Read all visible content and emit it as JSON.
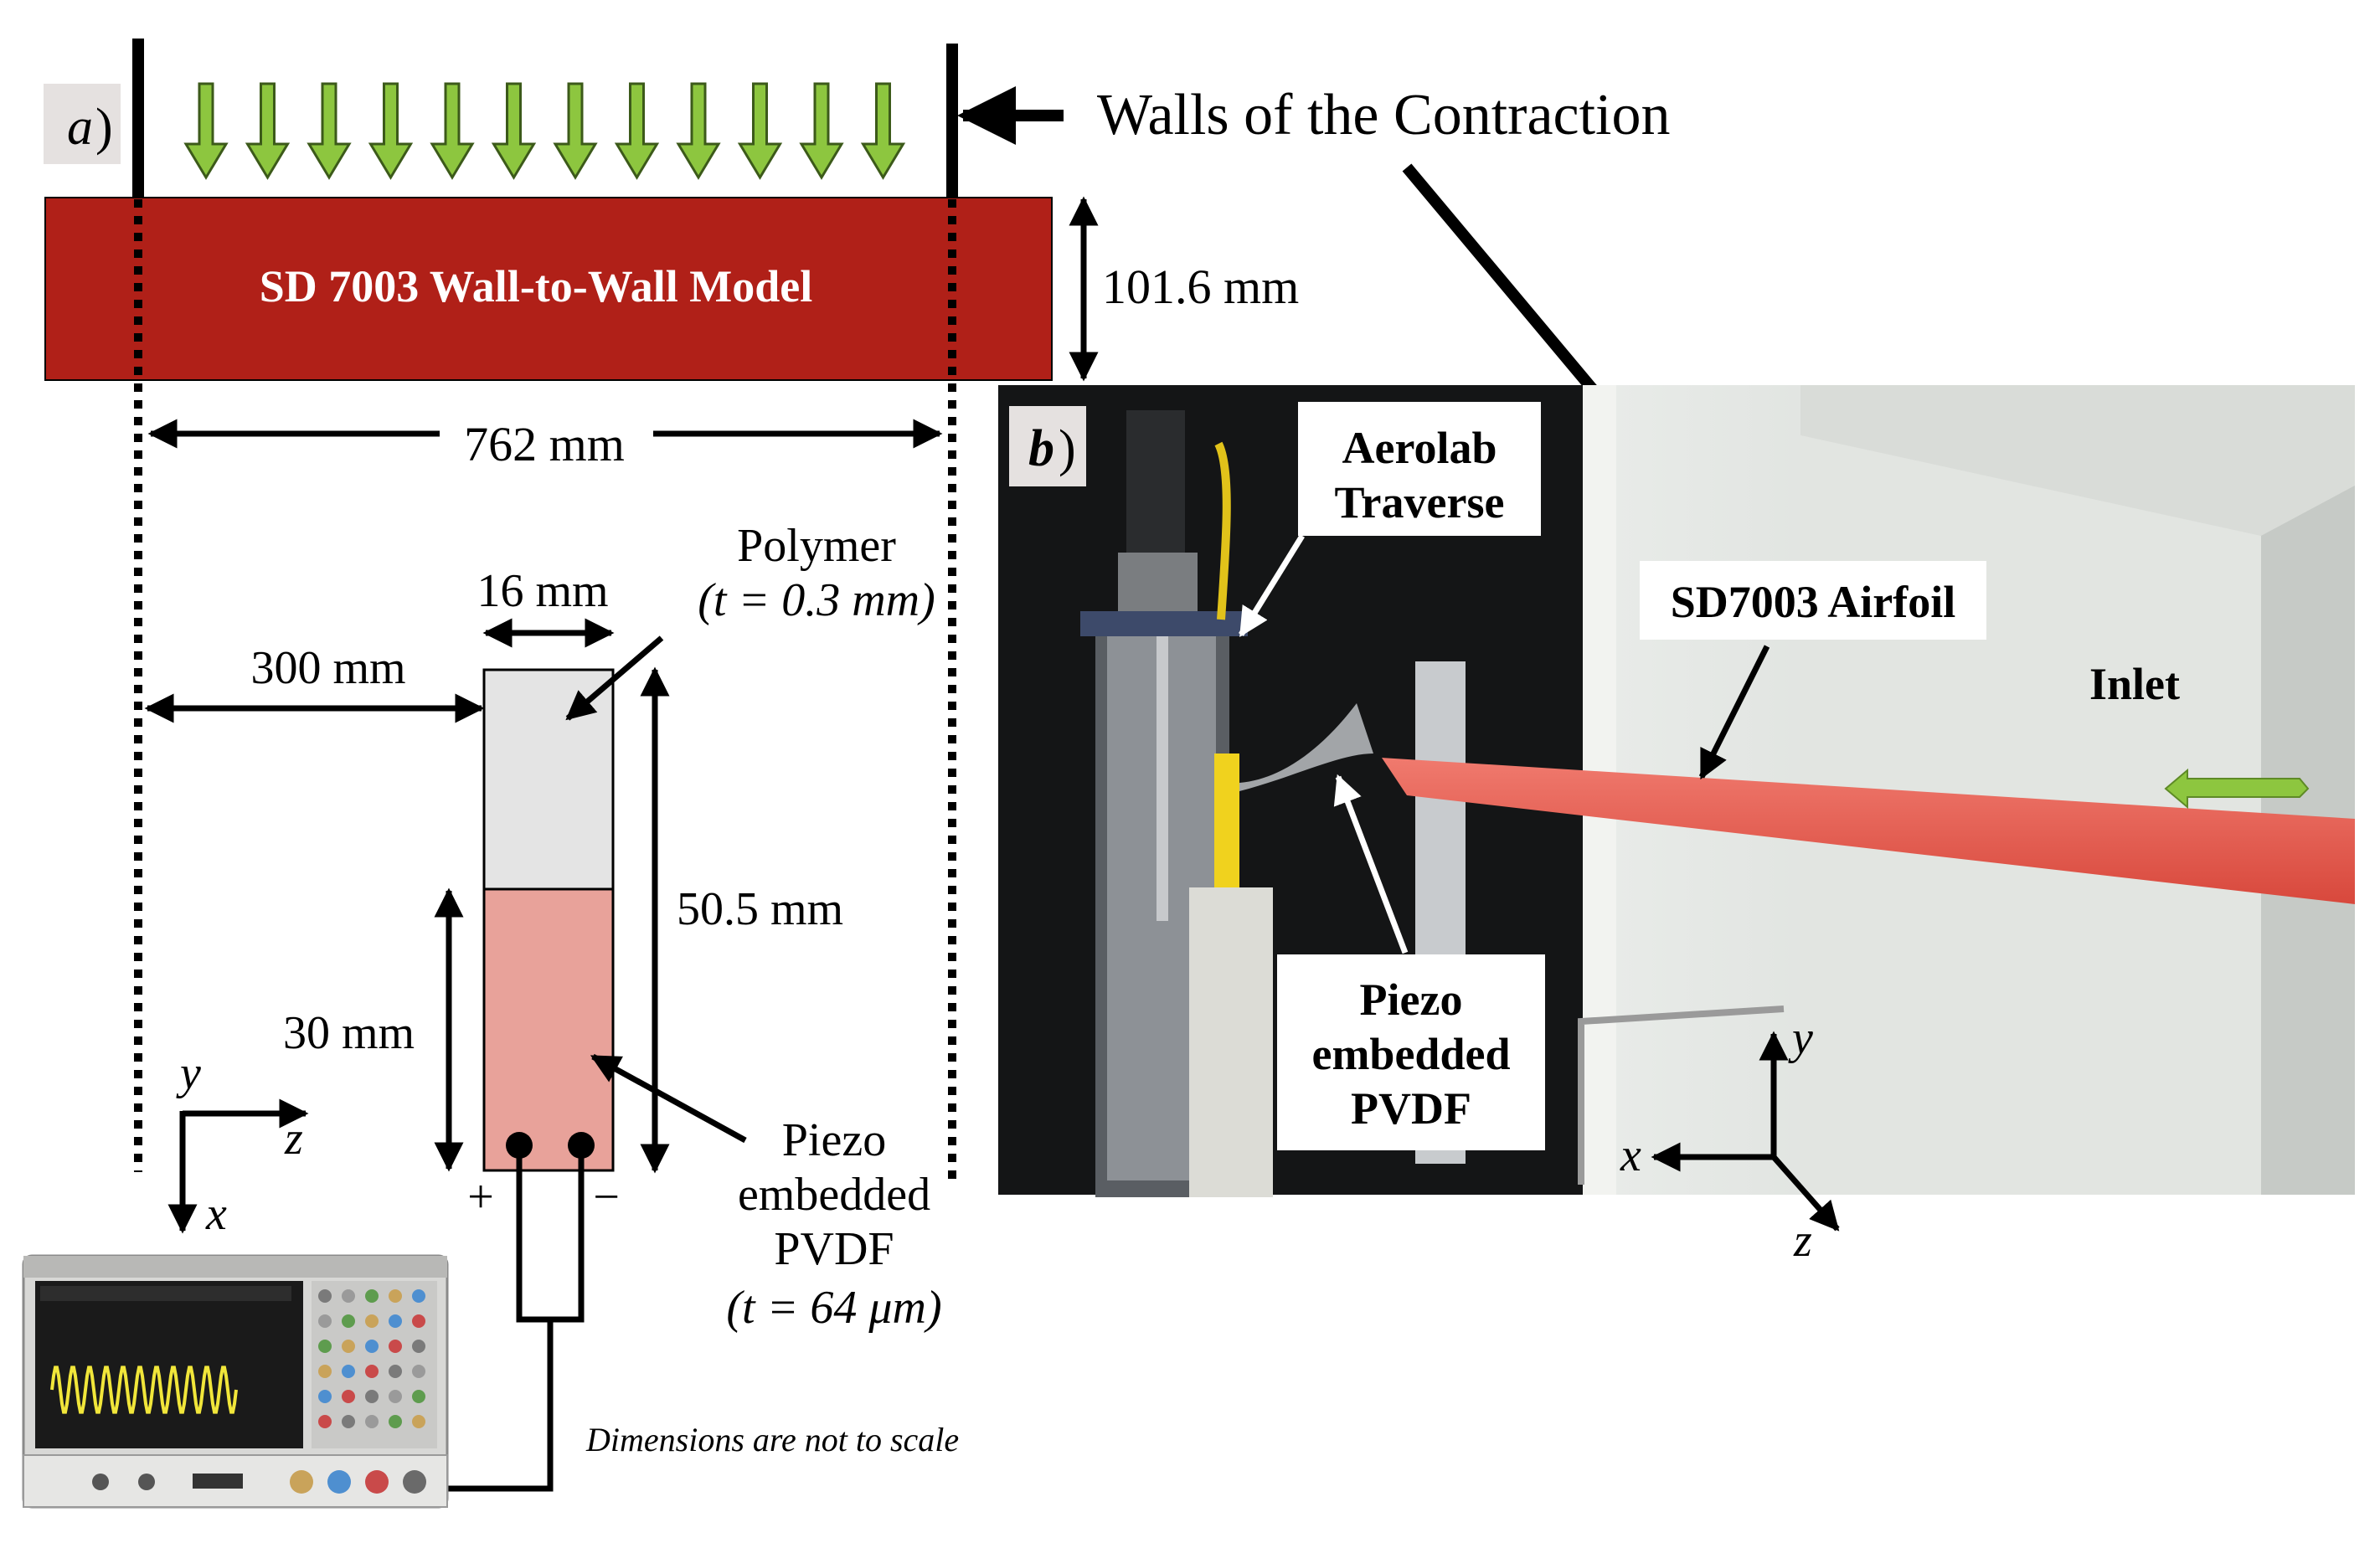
{
  "panel_a": {
    "panel_letter": "a",
    "walls_label": "Walls of the Contraction",
    "model_label": "SD 7003 Wall-to-Wall Model",
    "model_height": "101.6 mm",
    "span": "762 mm",
    "offset": "300 mm",
    "polymer_width": "16 mm",
    "polymer_label": "Polymer",
    "polymer_thickness": "(t = 0.3 mm)",
    "total_height": "50.5 mm",
    "pvdf_height": "30 mm",
    "pvdf_label_line1": "Piezo",
    "pvdf_label_line2": "embedded",
    "pvdf_label_line3": "PVDF",
    "pvdf_thickness": "(t = 64 μm)",
    "plus": "+",
    "minus": "−",
    "axis_y": "y",
    "axis_z": "z",
    "axis_x": "x",
    "note": "Dimensions are not to scale",
    "colors": {
      "model": "#b02018",
      "flow_arrow": "#8dc63f",
      "polymer": "#e4e4e4",
      "pvdf": "#e8a29a"
    }
  },
  "panel_b": {
    "panel_letter": "b",
    "traverse_line1": "Aerolab",
    "traverse_line2": "Traverse",
    "airfoil_label": "SD7003 Airfoil",
    "inlet_label": "Inlet",
    "sensor_line1": "Piezo",
    "sensor_line2": "embedded",
    "sensor_line3": "PVDF",
    "axis_y": "y",
    "axis_x": "x",
    "axis_z": "z"
  }
}
